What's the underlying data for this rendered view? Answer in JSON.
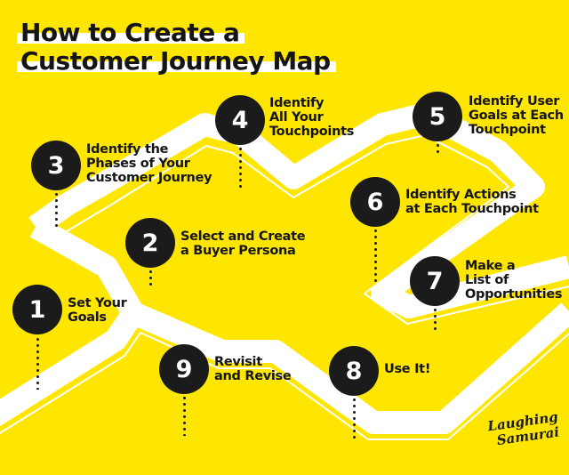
{
  "title": {
    "line1": "How to Create a",
    "line2": "Customer Journey Map"
  },
  "steps": [
    {
      "number": "1",
      "label": "Set Your\nGoals"
    },
    {
      "number": "2",
      "label": "Select and Create\na Buyer Persona"
    },
    {
      "number": "3",
      "label": "Identify the\nPhases of Your\nCustomer Journey"
    },
    {
      "number": "4",
      "label": "Identify\nAll Your\nTouchpoints"
    },
    {
      "number": "5",
      "label": "Identify User\nGoals at Each\nTouchpoint"
    },
    {
      "number": "6",
      "label": "Identify Actions\nat Each Touchpoint"
    },
    {
      "number": "7",
      "label": "Make a\nList of\nOpportunities"
    },
    {
      "number": "8",
      "label": "Use It!"
    },
    {
      "number": "9",
      "label": "Revisit\nand Revise"
    }
  ],
  "logo": {
    "line1": "Laughing",
    "line2": "Samurai"
  },
  "colors": {
    "background": "#ffe600",
    "road": "#ffffff",
    "circle": "#1b1b1b",
    "text": "#151515"
  }
}
